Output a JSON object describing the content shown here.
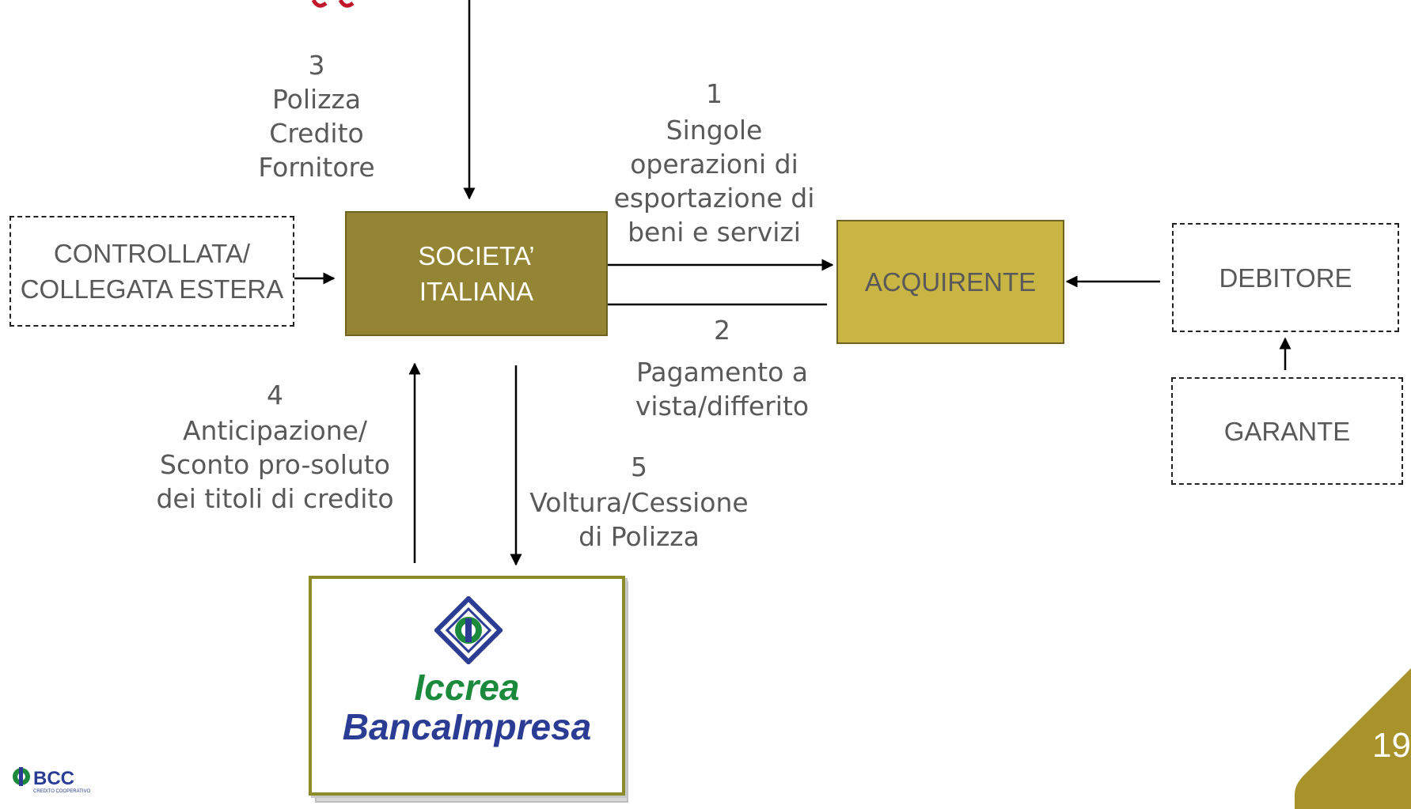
{
  "colors": {
    "societa_fill": "#938533",
    "acquirente_fill": "#c9b543",
    "corner_tab": "#a8922a",
    "bank_green": "#1b8a3c",
    "bank_blue": "#2a3c94",
    "text_gray": "#595959"
  },
  "nodes": {
    "controllata": "CONTROLLATA/\nCOLLEGATA ESTERA",
    "societa": "SOCIETA’\nITALIANA",
    "acquirente": "ACQUIRENTE",
    "debitore": "DEBITORE",
    "garante": "GARANTE"
  },
  "steps": {
    "step1": {
      "number": "1",
      "text": "Singole\noperazioni  di\nesportazione di\nbeni e servizi"
    },
    "step2": {
      "number": "2",
      "text": "Pagamento a\nvista/differito"
    },
    "step3": {
      "number": "3",
      "text": "Polizza\nCredito\nFornitore"
    },
    "step4": {
      "number": "4",
      "text": "Anticipazione/\nSconto pro-soluto\ndei titoli di credito"
    },
    "step5": {
      "number": "5",
      "text": "Voltura/Cessione\ndi Polizza"
    }
  },
  "bank": {
    "line1": "Iccrea",
    "line2": "BancaImpresa",
    "icon": "iccrea-diamond-icon"
  },
  "footer": {
    "logo_text": "BCC",
    "logo_subtext": "CREDITO COOPERATIVO",
    "page_number": "19"
  }
}
